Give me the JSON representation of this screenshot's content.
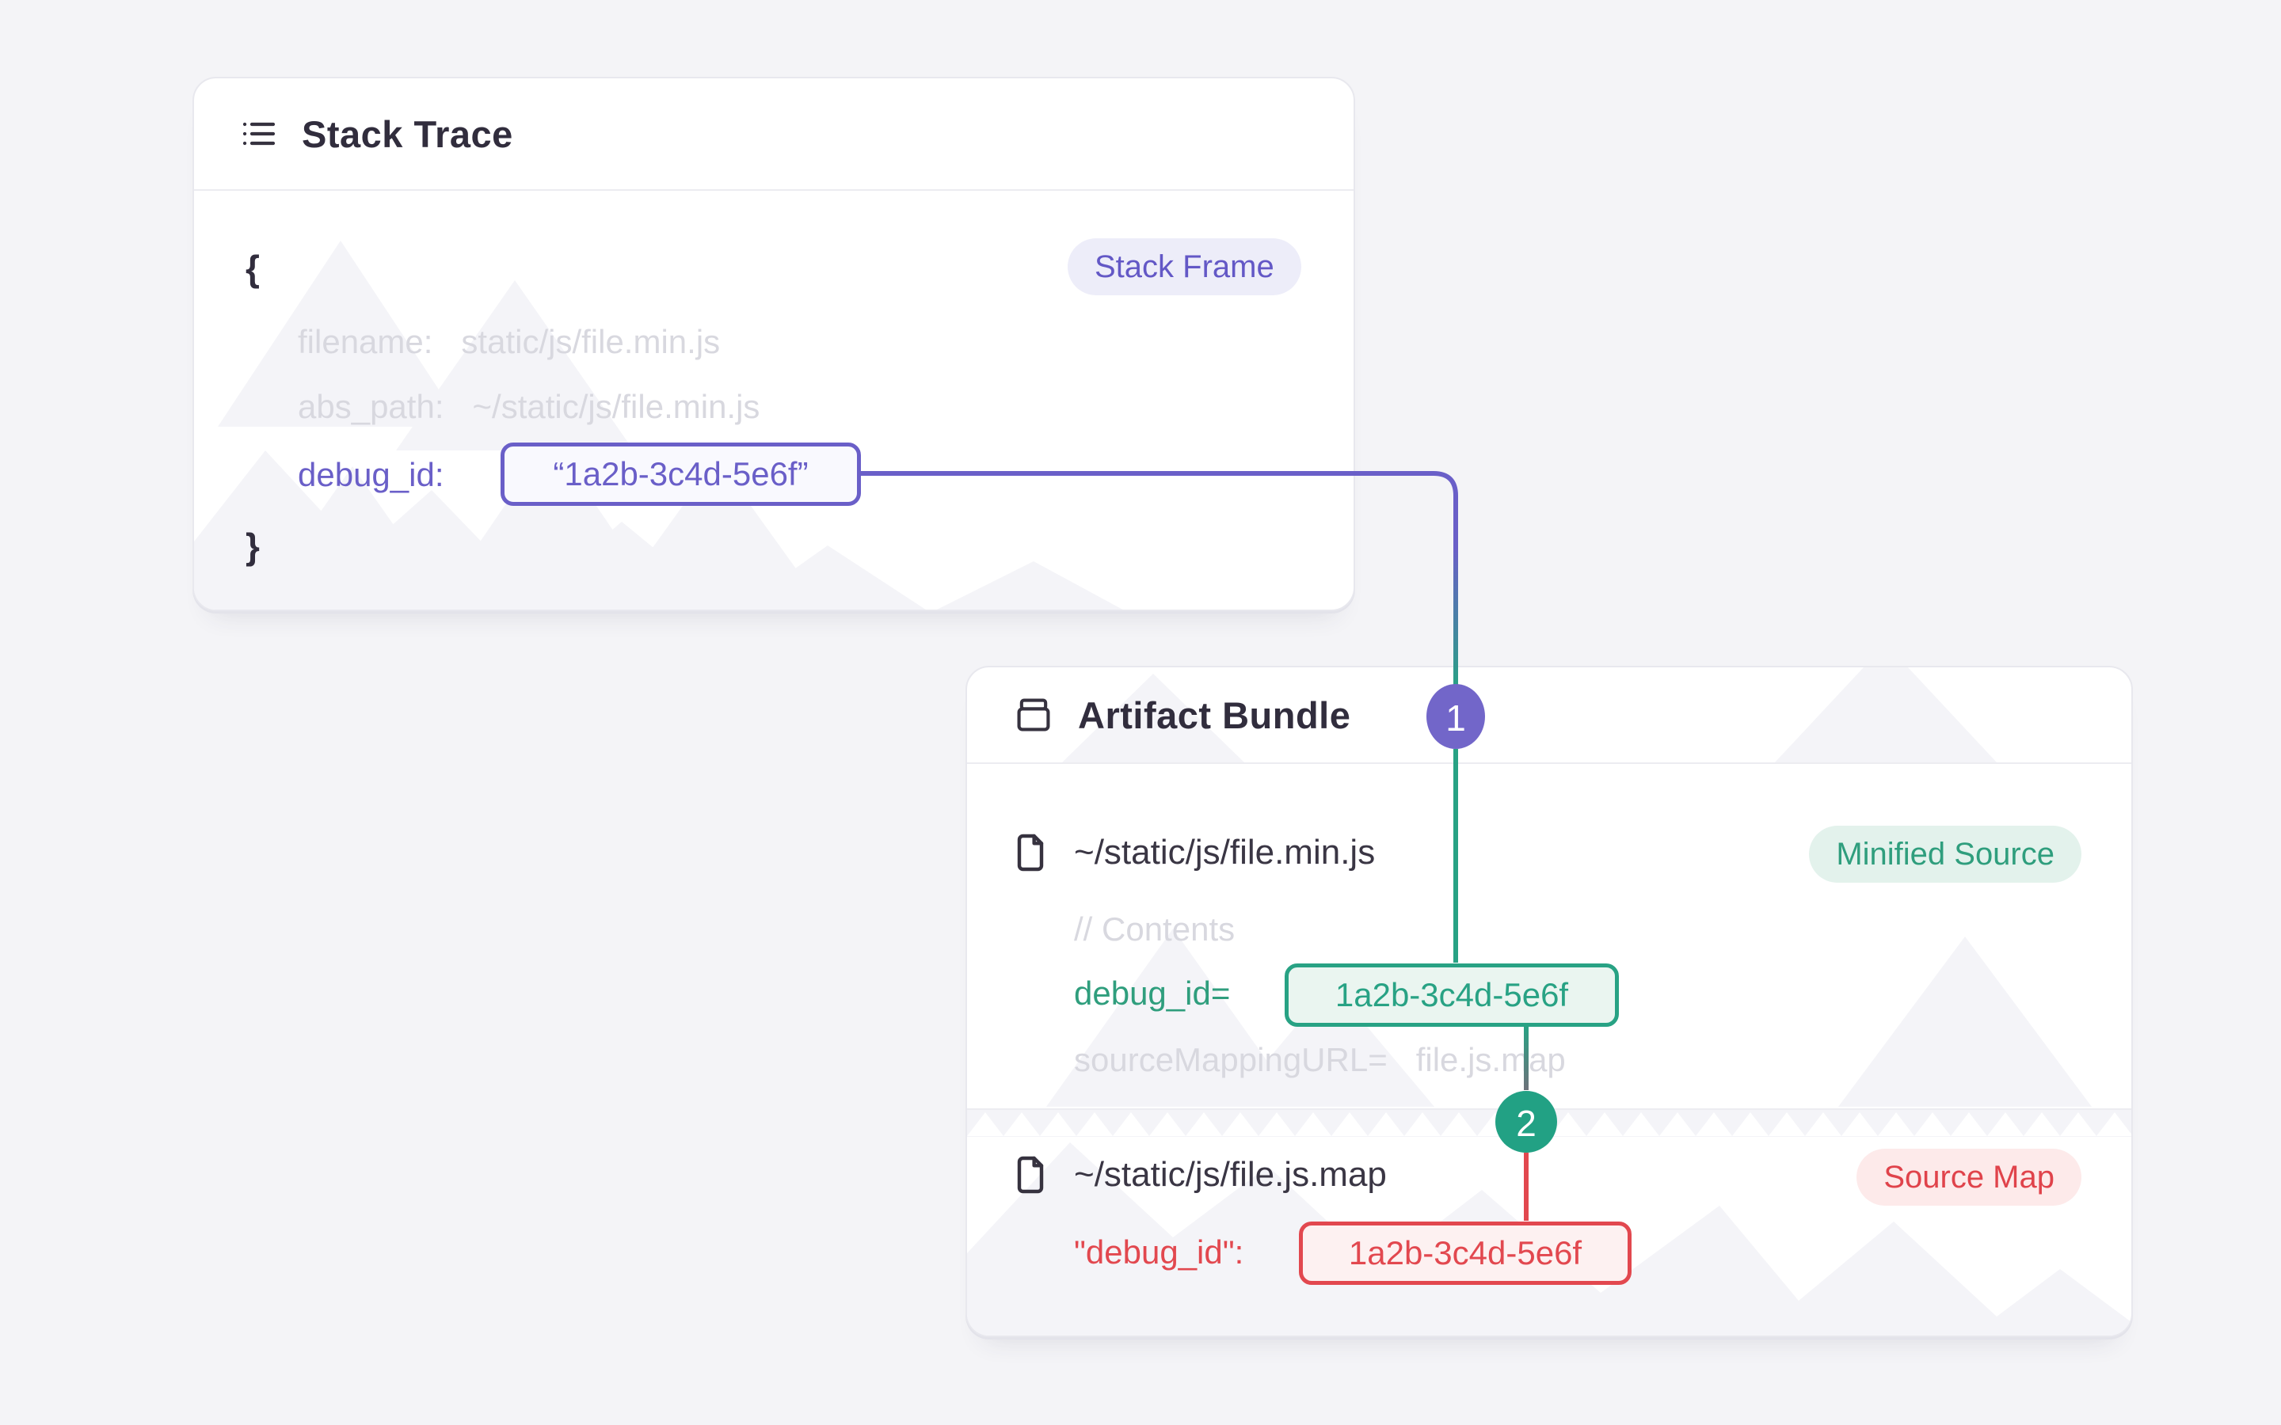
{
  "colors": {
    "purple": "#6A5FC8",
    "green": "#28A284",
    "red": "#E2484F",
    "dark": "#36323F",
    "faded": "#D8D8DF",
    "page_bg": "#F4F4F7"
  },
  "stack_trace": {
    "title": "Stack Trace",
    "icon": "list-icon",
    "badge": "Stack Frame",
    "open_brace": "{",
    "close_brace": "}",
    "fields": [
      {
        "key": "filename:",
        "value": "static/js/file.min.js"
      },
      {
        "key": "abs_path:",
        "value": "~/static/js/file.min.js"
      },
      {
        "key": "debug_id:",
        "value": "“1a2b-3c4d-5e6f”"
      }
    ]
  },
  "artifact_bundle": {
    "title": "Artifact Bundle",
    "icon": "archive-box-icon",
    "files": [
      {
        "icon": "file-icon",
        "path": "~/static/js/file.min.js",
        "badge": "Minified Source",
        "comment": "// Contents",
        "debug_key": "debug_id=",
        "debug_value": "1a2b-3c4d-5e6f",
        "mapping_key": "sourceMappingURL=",
        "mapping_value": "file.js.map"
      },
      {
        "icon": "file-icon",
        "path": "~/static/js/file.js.map",
        "badge": "Source Map",
        "debug_key": "\"debug_id\":",
        "debug_value": "1a2b-3c4d-5e6f"
      }
    ]
  },
  "connectors": {
    "step1": "1",
    "step2": "2"
  }
}
